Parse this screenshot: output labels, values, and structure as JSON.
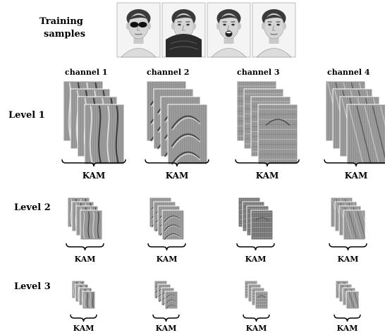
{
  "training": {
    "label_line1": "Training",
    "label_line2": "samples",
    "samples": [
      {
        "name": "face-sunglasses-icon",
        "occlusion": "sunglasses"
      },
      {
        "name": "face-scarf-icon",
        "occlusion": "scarf"
      },
      {
        "name": "face-screaming-icon",
        "occlusion": "expression"
      },
      {
        "name": "face-neutral-icon",
        "occlusion": "none"
      }
    ]
  },
  "channels": [
    "channel 1",
    "channel 2",
    "channel 3",
    "channel 4"
  ],
  "levels": [
    {
      "label": "Level 1",
      "kam_label": "KAM",
      "stack_count": 4
    },
    {
      "label": "Level 2",
      "kam_label": "KAM",
      "stack_count": 4
    },
    {
      "label": "Level 3",
      "kam_label": "KAM",
      "stack_count": 4
    }
  ],
  "colors": {
    "map_fill": "#9a9a9a",
    "map_fill_dark": "#7a7a7a",
    "map_stroke": "#ffffff",
    "ridge_light": "#e6e6e6",
    "ridge_dark": "#2a2a2a"
  }
}
